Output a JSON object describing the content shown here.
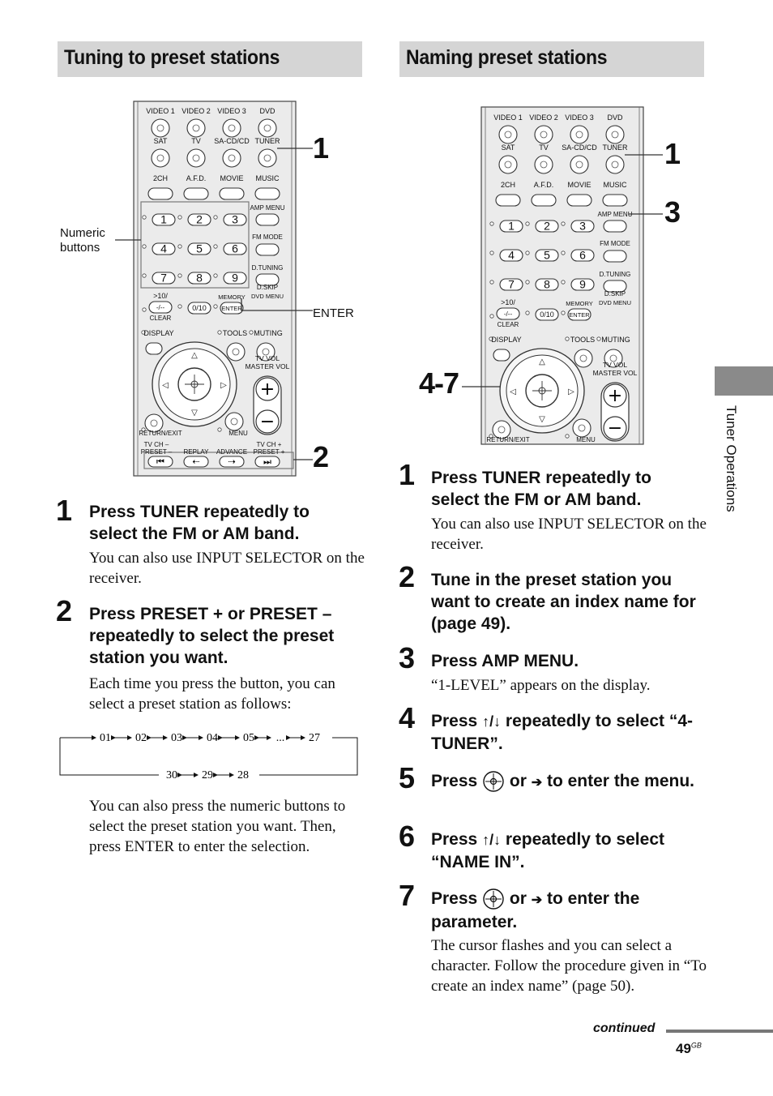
{
  "left": {
    "heading": "Tuning to preset stations",
    "callouts": {
      "c1": "1",
      "c2": "2",
      "numeric": "Numeric\nbuttons",
      "enter": "ENTER"
    },
    "steps": [
      {
        "num": "1",
        "title": "Press TUNER repeatedly to select the FM or AM band.",
        "body": "You can also use INPUT SELECTOR on the receiver."
      },
      {
        "num": "2",
        "title": "Press PRESET + or PRESET – repeatedly to select the preset station you want.",
        "body": "Each time you press the button, you can select a preset station as follows:"
      }
    ],
    "sequence_top": [
      "01",
      "02",
      "03",
      "04",
      "05",
      "...",
      "27"
    ],
    "sequence_bottom": [
      "30",
      "29",
      "28"
    ],
    "after_text": "You can also press the numeric buttons to select the preset station you want. Then, press ENTER to enter the selection."
  },
  "right": {
    "heading": "Naming preset stations",
    "callouts": {
      "c1": "1",
      "c3": "3",
      "c47": "4-7"
    },
    "steps": [
      {
        "num": "1",
        "title": "Press TUNER repeatedly to select the FM or AM band.",
        "body": "You can also use INPUT SELECTOR on the receiver."
      },
      {
        "num": "2",
        "title": "Tune in the preset station you want to create an index name for (page 49).",
        "body": ""
      },
      {
        "num": "3",
        "title": "Press AMP MENU.",
        "body": "“1-LEVEL” appears on the display."
      },
      {
        "num": "4",
        "title_a": "Press ",
        "arrows": "↑/↓",
        "title_b": " repeatedly to select “4-TUNER”."
      },
      {
        "num": "5",
        "title_a": "Press ",
        "title_b": " or ",
        "arrow": "➔",
        "title_c": " to enter the menu."
      },
      {
        "num": "6",
        "title_a": "Press ",
        "arrows": "↑/↓",
        "title_b": " repeatedly to select “NAME IN”."
      },
      {
        "num": "7",
        "title_a": "Press ",
        "title_b": " or ",
        "arrow": "➔",
        "title_c": " to enter the parameter.",
        "body": "The cursor flashes and you can select a character. Follow the procedure given in “To create an index name” (page 50)."
      }
    ]
  },
  "remote": {
    "row1": [
      "VIDEO 1",
      "VIDEO 2",
      "VIDEO 3",
      "DVD"
    ],
    "row2": [
      "SAT",
      "TV",
      "SA-CD/CD",
      "TUNER"
    ],
    "row3": [
      "2CH",
      "A.F.D.",
      "MOVIE",
      "MUSIC"
    ],
    "amp_menu": "AMP MENU",
    "fm_mode": "FM MODE",
    "d_tuning": "D.TUNING",
    "d_skip": "D.SKIP",
    "dvd_menu": "DVD MENU",
    "memory": "MEMORY",
    "enter": "ENTER",
    "digits": [
      "1",
      "2",
      "3",
      "4",
      "5",
      "6",
      "7",
      "8",
      "9"
    ],
    "ten": ">10/",
    "dash": "-/--",
    "clear": "CLEAR",
    "zero": "0/10",
    "display": "DISPLAY",
    "tools": "TOOLS",
    "muting": "MUTING",
    "tv_vol": "TV VOL",
    "master_vol": "MASTER VOL",
    "return_exit": "RETURN/EXIT",
    "menu": "MENU",
    "tv_ch_minus": "TV CH –",
    "preset_minus": "PRESET –",
    "replay": "REPLAY",
    "advance": "ADVANCE",
    "tv_ch_plus": "TV CH +",
    "preset_plus": "PRESET +"
  },
  "side_label": "Tuner Operations",
  "footer": {
    "continued": "continued",
    "page": "49",
    "suffix": "GB"
  }
}
